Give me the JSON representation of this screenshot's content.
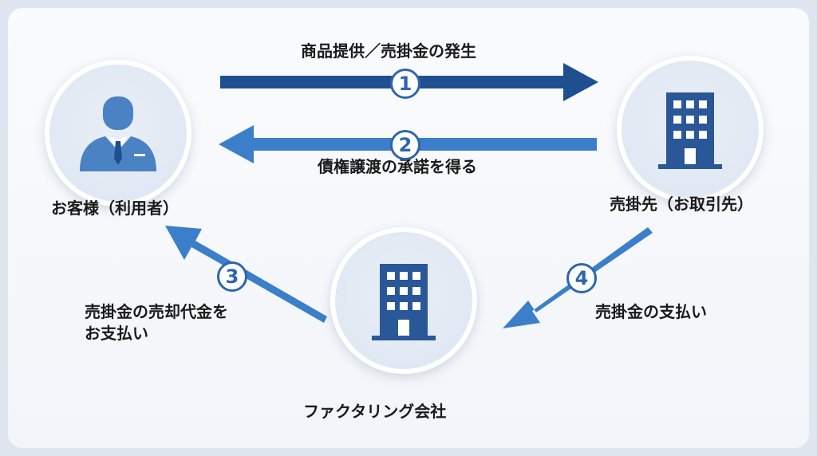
{
  "nodes": {
    "customer": {
      "label": "お客様（利用者）",
      "icon": "business-person-icon"
    },
    "seller": {
      "label": "売掛先（お取引先）",
      "icon": "office-building-icon"
    },
    "factor": {
      "label": "ファクタリング会社",
      "icon": "office-building-icon"
    }
  },
  "flows": [
    {
      "step": "1",
      "label": "商品提供／売掛金の発生",
      "from": "customer",
      "to": "seller"
    },
    {
      "step": "2",
      "label": "債権譲渡の承諾を得る",
      "from": "seller",
      "to": "customer"
    },
    {
      "step": "3",
      "label_lines": [
        "売掛金の売却代金を",
        "お支払い"
      ],
      "from": "factor",
      "to": "customer"
    },
    {
      "step": "4",
      "label": "売掛金の支払い",
      "from": "seller",
      "to": "factor"
    }
  ],
  "colors": {
    "arrow_dark": "#1e4f8f",
    "arrow_light": "#3b7fcb",
    "icon": "#2a5797",
    "person": "#4a82c4"
  }
}
